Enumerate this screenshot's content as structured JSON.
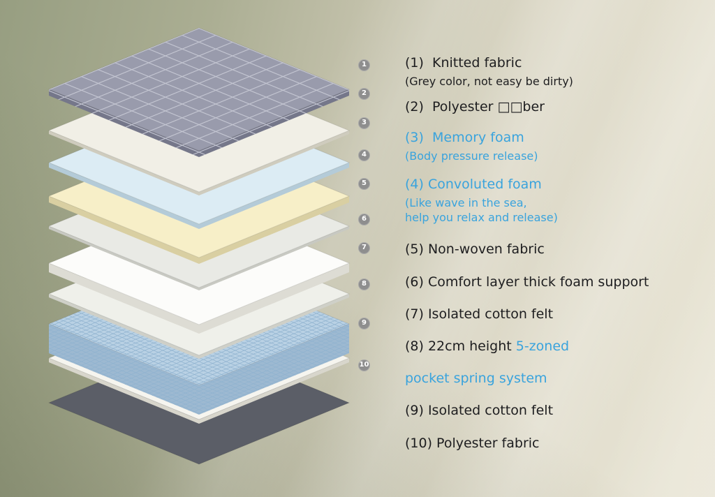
{
  "colors": {
    "accent_blue": "#39a3dd",
    "text_dark": "#1d1d1f",
    "badge_grey": "#8e8e8e"
  },
  "diagram": {
    "badges": [
      "1",
      "2",
      "3",
      "4",
      "5",
      "6",
      "7",
      "8",
      "9",
      "10"
    ],
    "layers": [
      {
        "num": 1,
        "name": "knitted-fabric",
        "fill": "#999bac",
        "side": "#75778a",
        "pattern": "quilt",
        "thickness": 9
      },
      {
        "num": 2,
        "name": "polyester-fiber",
        "fill": "#f1efe6",
        "side": "#cfccbe",
        "thickness": 5
      },
      {
        "num": 3,
        "name": "memory-foam",
        "fill": "#dcecf4",
        "side": "#b4cbd8",
        "thickness": 7
      },
      {
        "num": 4,
        "name": "convoluted-foam",
        "fill": "#f7efc8",
        "side": "#d9cfa2",
        "thickness": 9
      },
      {
        "num": 5,
        "name": "non-woven-fabric",
        "fill": "#e9eae5",
        "side": "#c8c9c2",
        "thickness": 4
      },
      {
        "num": 6,
        "name": "comfort-foam-support",
        "fill": "#fcfcfa",
        "side": "#dddcd4",
        "thickness": 13
      },
      {
        "num": 7,
        "name": "isolated-cotton-felt",
        "fill": "#eff0ea",
        "side": "#cfd0c8",
        "thickness": 5
      },
      {
        "num": 8,
        "name": "pocket-spring-system",
        "fill": "#b9d1e4",
        "side": "#9db9d1",
        "pattern": "springs",
        "thickness": 42
      },
      {
        "num": 9,
        "name": "isolated-cotton-felt-2",
        "fill": "#f6f5ef",
        "side": "#d8d6cc",
        "thickness": 6
      },
      {
        "num": 10,
        "name": "polyester-fabric",
        "fill": "#5b5e67",
        "side": "#4a4c54",
        "thickness": 0
      }
    ]
  },
  "legend": {
    "items": [
      {
        "title": "(1)  Knitted fabric",
        "subtitle": "(Grey color, not easy be dirty)"
      },
      {
        "title": "(2)  Polyester □□ber"
      },
      {
        "title": "(3)  Memory foam",
        "subtitle": "(Body pressure release)"
      },
      {
        "title": "(4) Convoluted foam",
        "subtitle": "(Like wave in the sea,\nhelp you relax and release)"
      },
      {
        "title": "(5) Non-woven fabric"
      },
      {
        "title": "(6) Comfort layer thick foam support"
      },
      {
        "title": "(7) Isolated cotton felt"
      },
      {
        "title_dark": "(8) 22cm height ",
        "title_blue": "5-zoned",
        "line2": "pocket spring system"
      },
      {
        "title": "(9) Isolated cotton felt"
      },
      {
        "title": "(10) Polyester fabric"
      }
    ]
  }
}
